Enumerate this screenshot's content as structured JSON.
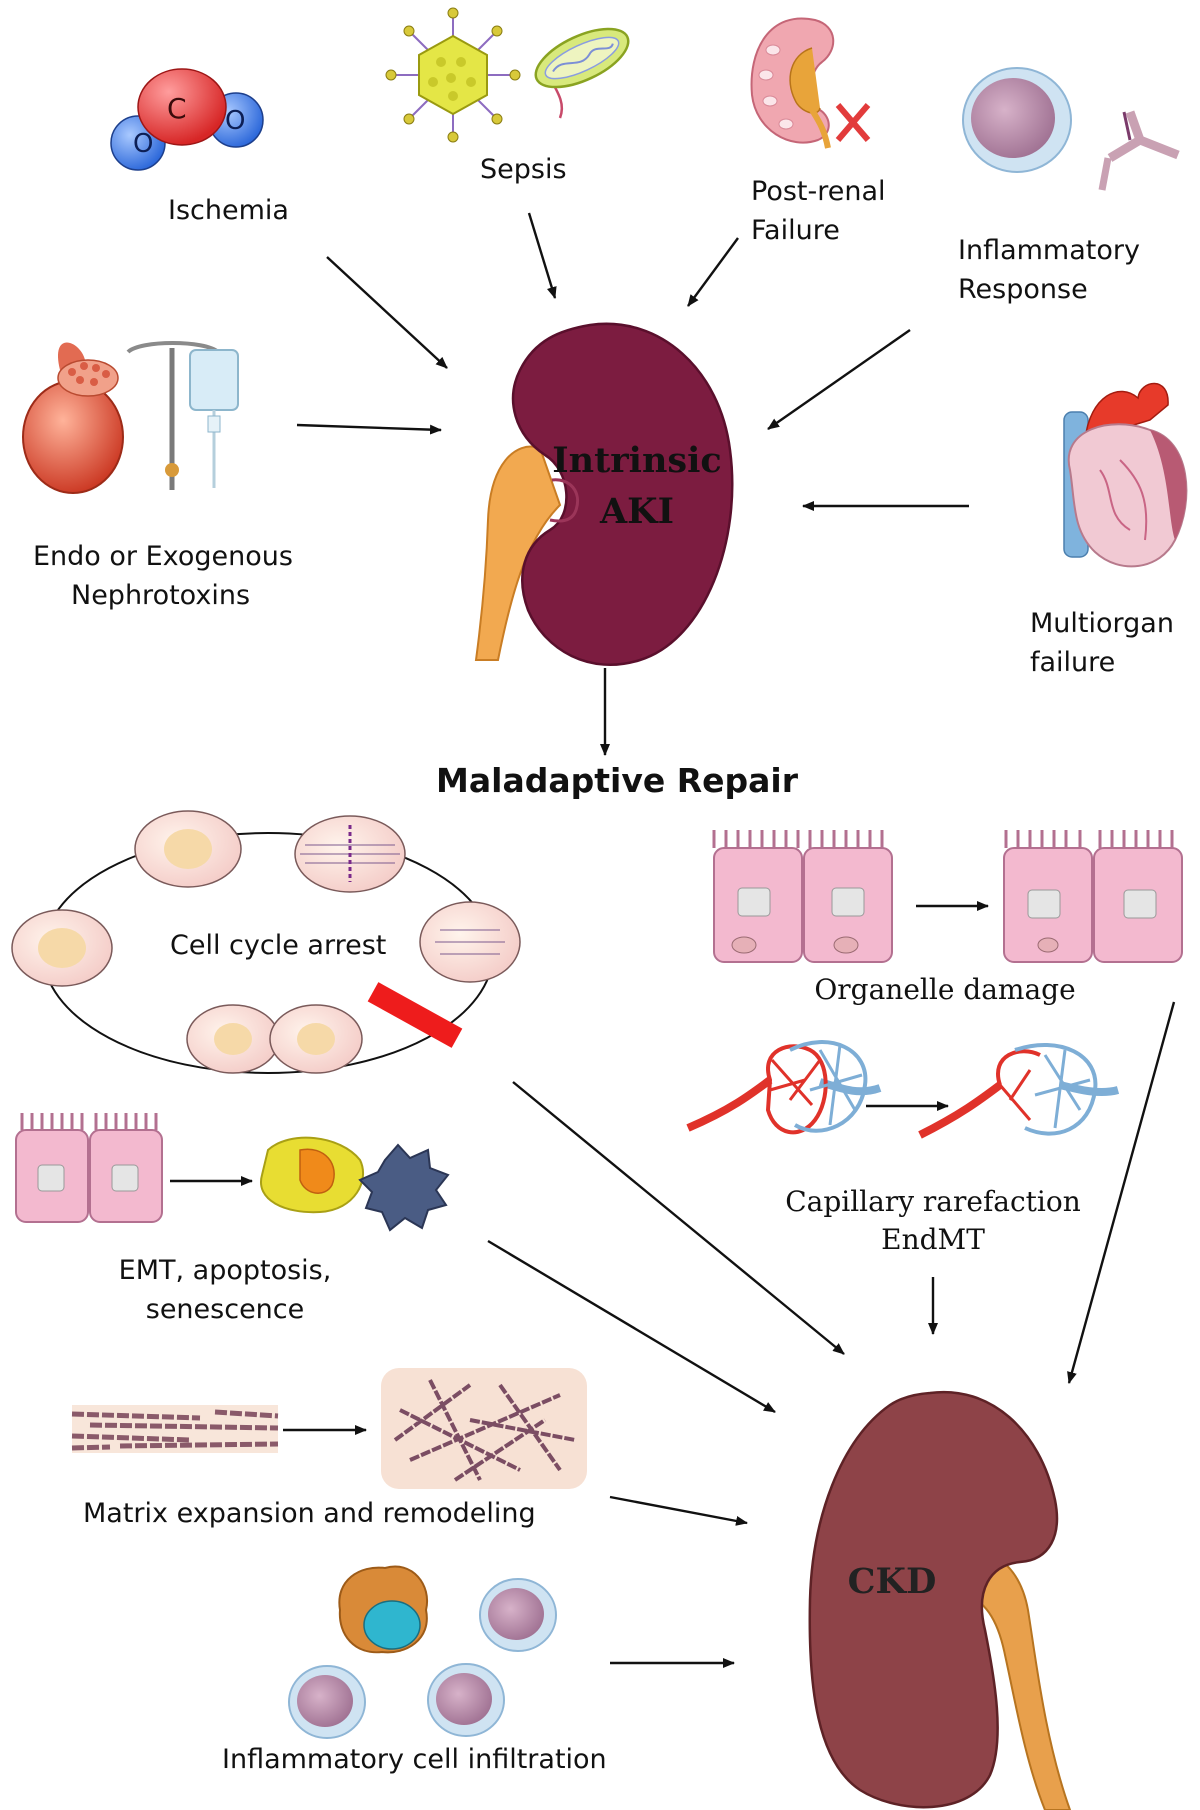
{
  "causes": {
    "ischemia": "Ischemia",
    "sepsis": "Sepsis",
    "post_renal": [
      "Post-renal",
      "Failure"
    ],
    "inflammatory_response": [
      "Inflammatory",
      "Response"
    ],
    "nephrotoxins": [
      "Endo or Exogenous",
      "Nephrotoxins"
    ],
    "multiorgan": [
      "Multiorgan",
      "failure"
    ]
  },
  "co2_atoms": [
    "O",
    "C",
    "O"
  ],
  "intrinsic_aki": [
    "Intrinsic",
    "AKI"
  ],
  "maladaptive_repair": "Maladaptive Repair",
  "mechanisms": {
    "cell_cycle_arrest": "Cell cycle arrest",
    "organelle_damage": "Organelle damage",
    "capillary": [
      "Capillary rarefaction",
      "EndMT"
    ],
    "emt": [
      "EMT, apoptosis,",
      "senescence"
    ],
    "matrix": "Matrix expansion and remodeling",
    "inflammatory_infiltration": "Inflammatory cell infiltration"
  },
  "ckd": "CKD",
  "colors": {
    "aki_kidney": "#7c1c40",
    "ckd_kidney": "#8e4348",
    "ureter": "#e8a04c",
    "arrow": "#111111",
    "block_bar": "#ee1c1c"
  }
}
